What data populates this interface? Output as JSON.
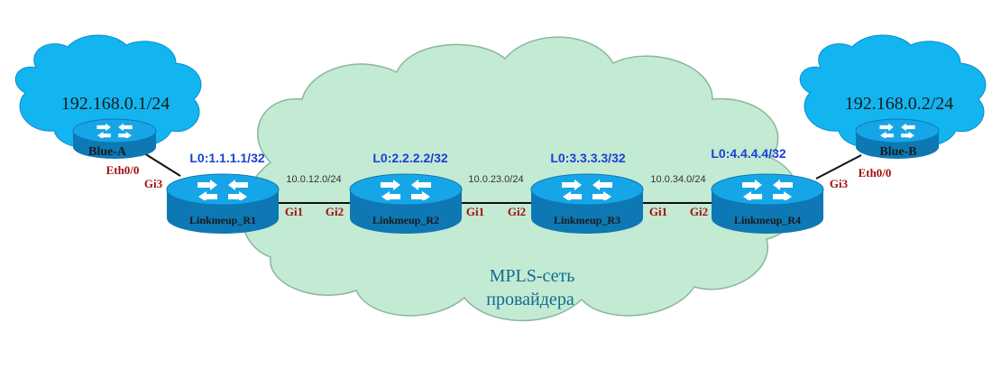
{
  "colors": {
    "mpls_cloud_fill": "#c3ead3",
    "mpls_cloud_stroke": "#8ab79b",
    "customer_cloud_fill": "#12b5f0",
    "customer_cloud_stroke": "#0a8ccc",
    "router_top": "#16a6e8",
    "router_side": "#0d78b4",
    "loopback_text": "#1b3fd6",
    "interface_text": "#a50f0f",
    "mpls_text": "#0f6c93",
    "link": "#111111"
  },
  "provider_network": {
    "label_line1": "MPLS-сеть",
    "label_line2": "провайдера"
  },
  "customer_sites": [
    {
      "id": "site-a",
      "subnet": "192.168.0.1/24",
      "router_name": "Blue-A",
      "interface": "Eth0/0"
    },
    {
      "id": "site-b",
      "subnet": "192.168.0.2/24",
      "router_name": "Blue-B",
      "interface": "Eth0/0"
    }
  ],
  "routers": [
    {
      "id": "r1",
      "name": "Linkmeup_R1",
      "loopback": "L0:1.1.1.1/32"
    },
    {
      "id": "r2",
      "name": "Linkmeup_R2",
      "loopback": "L0:2.2.2.2/32"
    },
    {
      "id": "r3",
      "name": "Linkmeup_R3",
      "loopback": "L0:3.3.3.3/32"
    },
    {
      "id": "r4",
      "name": "Linkmeup_R4",
      "loopback": "L0:4.4.4.4/32"
    }
  ],
  "links": [
    {
      "id": "r1-r2",
      "subnet": "10.0.12.0/24",
      "if_a": "Gi1",
      "if_b": "Gi2"
    },
    {
      "id": "r2-r3",
      "subnet": "10.0.23.0/24",
      "if_a": "Gi1",
      "if_b": "Gi2"
    },
    {
      "id": "r3-r4",
      "subnet": "10.0.34.0/24",
      "if_a": "Gi1",
      "if_b": "Gi2"
    }
  ],
  "customer_links": [
    {
      "id": "bluea-r1",
      "pe_interface": "Gi3"
    },
    {
      "id": "blueb-r4",
      "pe_interface": "Gi3"
    }
  ]
}
